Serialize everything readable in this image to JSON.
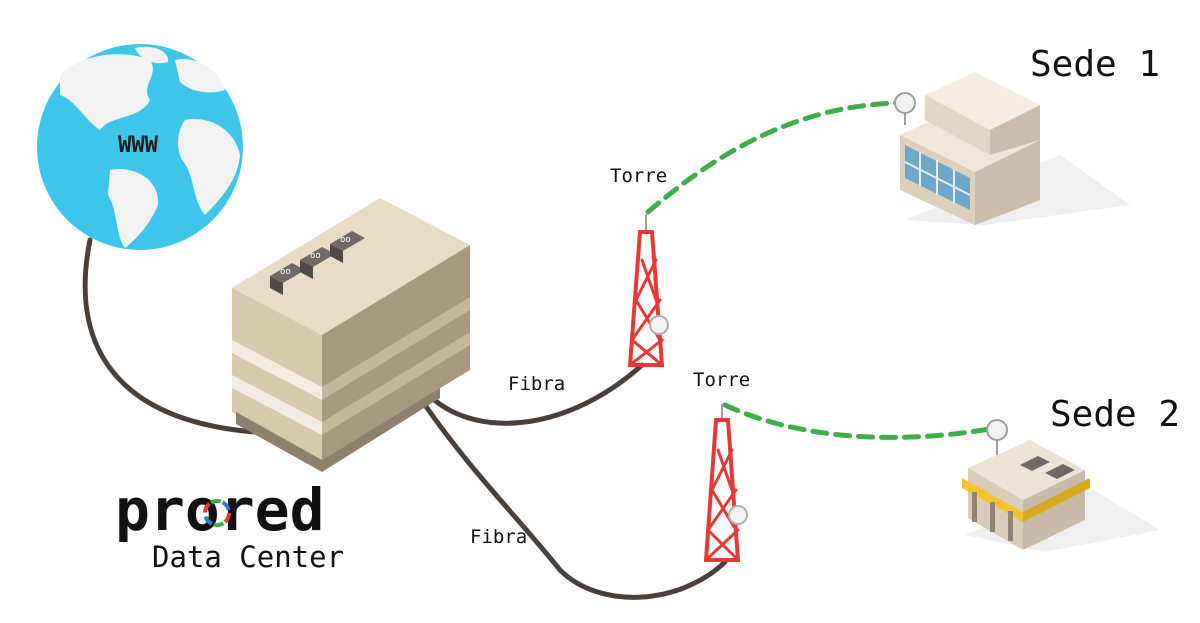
{
  "globe": {
    "label": "WWW"
  },
  "sites": {
    "sede1": "Sede 1",
    "sede2": "Sede 2"
  },
  "towers": {
    "tower1": "Torre",
    "tower2": "Torre"
  },
  "links": {
    "fibra1": "Fibra",
    "fibra2": "Fibra"
  },
  "brand": {
    "name": "prored",
    "subtitle": "Data Center"
  },
  "colors": {
    "cable": "#4a3f39",
    "wireless": "#3fae49",
    "globe_ocean": "#3ec6ea",
    "globe_land": "#f2f2f2",
    "tower_red": "#e53935",
    "building_tan": "#e6dccb"
  }
}
